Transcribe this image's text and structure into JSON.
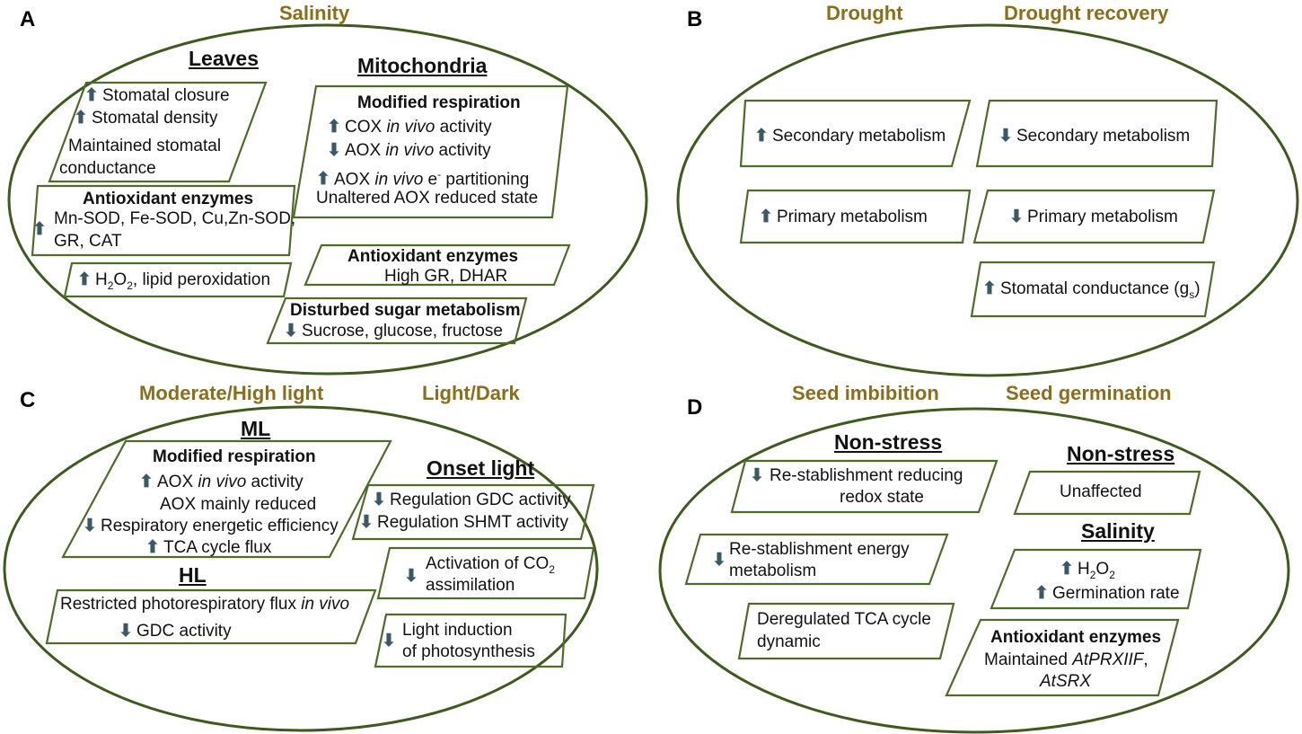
{
  "panels": {
    "A": {
      "label": "A",
      "header": "Salinity",
      "leaves": {
        "title": "Leaves",
        "box1": [
          "Stomatal closure",
          "Stomatal density",
          "Maintained stomatal",
          "conductance"
        ],
        "box2": {
          "title": "Antioxidant enzymes",
          "line1": "Mn-SOD, Fe-SOD, Cu,Zn-SOD,",
          "line2": "GR, CAT"
        },
        "box3": {
          "pre": "H",
          "sub1": "2",
          "mid": "O",
          "sub2": "2",
          "post": ", lipid peroxidation"
        }
      },
      "mito": {
        "title": "Mitochondria",
        "box1": {
          "title": "Modified respiration",
          "cox": {
            "pre": "COX ",
            "it": "in vivo",
            "post": " activity"
          },
          "aox1": {
            "pre": "AOX ",
            "it": "in vivo",
            "post": " activity"
          },
          "aox2": {
            "pre": "AOX ",
            "it": "in vivo",
            "mid": " e",
            "sup": "-",
            "post": " partitioning"
          },
          "last": "Unaltered AOX reduced state"
        },
        "box2": {
          "title": "Antioxidant enzymes",
          "line": "High GR, DHAR"
        },
        "box3": {
          "title": "Disturbed sugar metabolism",
          "line": "Sucrose, glucose, fructose"
        }
      }
    },
    "B": {
      "label": "B",
      "header1": "Drought",
      "header2": "Drought recovery",
      "sec1": "Secondary metabolism",
      "prim1": "Primary metabolism",
      "sec2": "Secondary metabolism",
      "prim2": "Primary metabolism",
      "stomatal": {
        "pre": "Stomatal conductance (g",
        "sub": "s",
        "post": ")"
      }
    },
    "C": {
      "label": "C",
      "header1": "Moderate/High light",
      "header2": "Light/Dark",
      "ml": {
        "title": "ML",
        "box_title": "Modified respiration",
        "aox": {
          "pre": "AOX ",
          "it": "in vivo",
          "post": " activity"
        },
        "reduced": "AOX mainly reduced",
        "eff": "Respiratory energetic efficiency",
        "tca": "TCA cycle flux"
      },
      "hl": {
        "title": "HL",
        "restricted": {
          "pre": "Restricted photorespiratory flux ",
          "it": "in vivo"
        },
        "gdc": "GDC activity"
      },
      "onset": {
        "title": "Onset light",
        "gdc": "Regulation GDC activity",
        "shmt": "Regulation SHMT activity",
        "act1": {
          "pre": "Activation of CO",
          "sub": "2"
        },
        "act2": "assimilation",
        "light1": "Light induction",
        "light2": "of photosynthesis"
      }
    },
    "D": {
      "label": "D",
      "header1": "Seed imbibition",
      "header2": "Seed germination",
      "left": {
        "title": "Non-stress",
        "redox1": "Re-stablishment reducing",
        "redox2": "redox state",
        "energy1": "Re-stablishment energy",
        "energy2": "metabolism",
        "tca1": "Deregulated TCA cycle",
        "tca2": "dynamic"
      },
      "right": {
        "title": "Non-stress",
        "unaffected": "Unaffected",
        "salinity": "Salinity",
        "h2o2": {
          "pre": "H",
          "sub1": "2",
          "mid": "O",
          "sub2": "2"
        },
        "germ": "Germination rate",
        "anti_title": "Antioxidant enzymes",
        "anti_pre": "Maintained ",
        "anti_it1": "AtPRXIIF",
        "anti_comma": ",",
        "anti_it2": "AtSRX"
      }
    }
  },
  "colors": {
    "ellipse_stroke": "#3f5a1e",
    "box_stroke": "#4e6b2c",
    "header": "#8a6e1c",
    "arrow": "#3a5866"
  },
  "icons": {
    "up": "up-arrow-icon",
    "down": "down-arrow-icon"
  }
}
